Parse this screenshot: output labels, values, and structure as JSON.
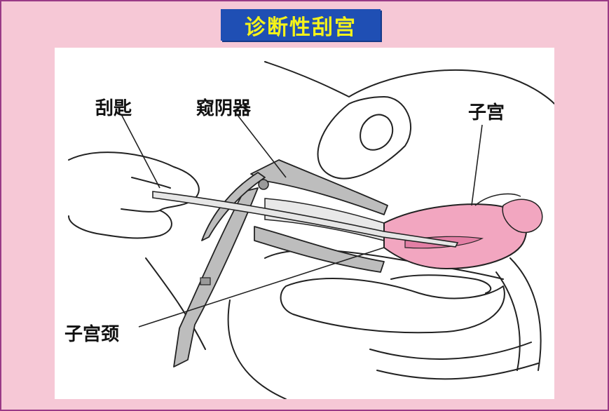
{
  "title": "诊断性刮宫",
  "labels": {
    "curette": "刮匙",
    "speculum": "窥阴器",
    "uterus": "子宫",
    "cervix": "子宫颈"
  },
  "colors": {
    "background": "#f6c8d6",
    "title_bg": "#1f4fb4",
    "title_text": "#f4f21a",
    "uterus_fill": "#f2a6c0",
    "outline": "#222222"
  }
}
